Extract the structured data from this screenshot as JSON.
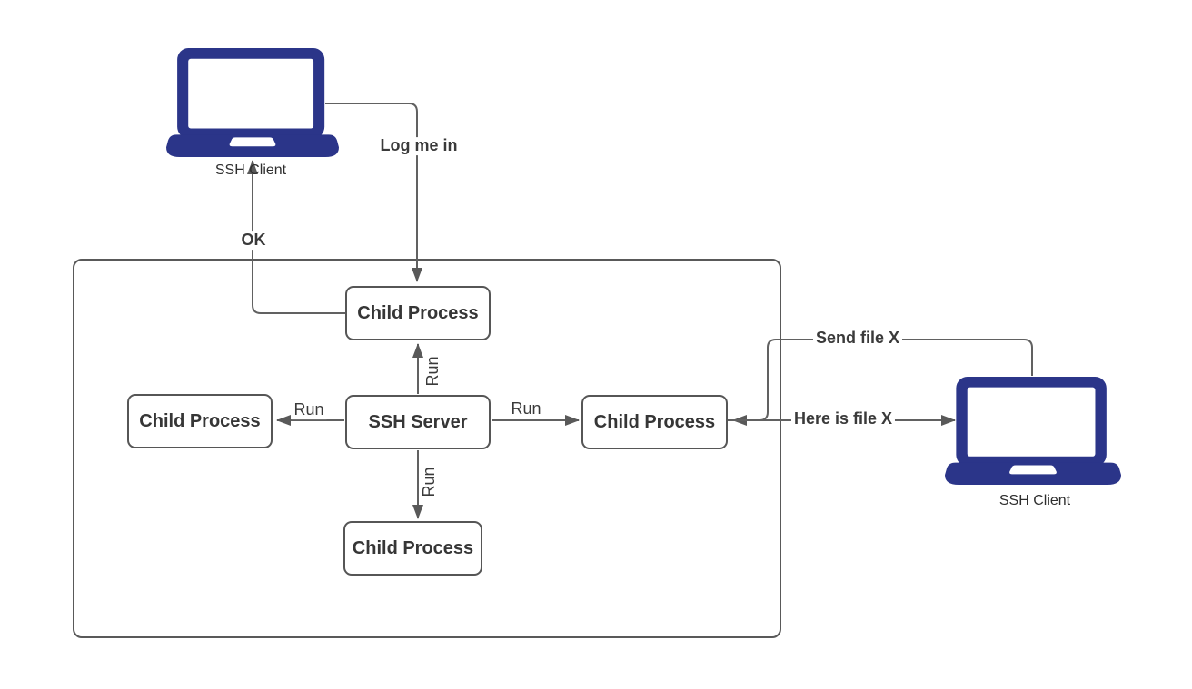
{
  "colors": {
    "laptop_fill": "#2b3589",
    "line_stroke": "#616161",
    "box_border": "#565656",
    "text": "#363636"
  },
  "nodes": {
    "ssh_client_left": {
      "label": "SSH Client"
    },
    "ssh_client_right": {
      "label": "SSH Client"
    },
    "ssh_server": {
      "label": "SSH Server"
    },
    "child_top": {
      "label": "Child Process"
    },
    "child_left": {
      "label": "Child Process"
    },
    "child_right": {
      "label": "Child Process"
    },
    "child_bottom": {
      "label": "Child Process"
    }
  },
  "edges": {
    "log_me_in": {
      "label": "Log me in",
      "from": "ssh_client_left",
      "to": "child_top"
    },
    "ok": {
      "label": "OK",
      "from": "child_top",
      "to": "ssh_client_left"
    },
    "run_top": {
      "label": "Run",
      "from": "ssh_server",
      "to": "child_top"
    },
    "run_left": {
      "label": "Run",
      "from": "ssh_server",
      "to": "child_left"
    },
    "run_right": {
      "label": "Run",
      "from": "ssh_server",
      "to": "child_right"
    },
    "run_bottom": {
      "label": "Run",
      "from": "ssh_server",
      "to": "child_bottom"
    },
    "send_file_x": {
      "label": "Send file X",
      "from": "ssh_client_right",
      "to": "child_right"
    },
    "here_is_file_x": {
      "label": "Here is file X",
      "from": "child_right",
      "to": "ssh_client_right"
    }
  }
}
